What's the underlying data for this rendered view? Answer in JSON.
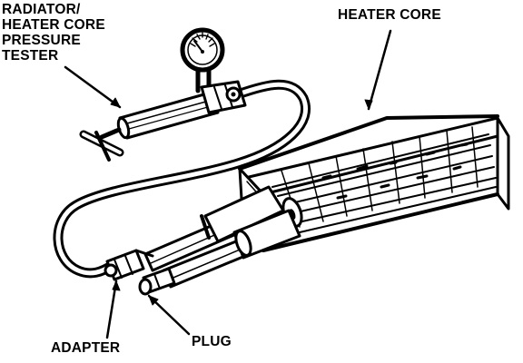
{
  "labels": {
    "tester": [
      "RADIATOR/",
      "HEATER CORE",
      "PRESSURE",
      "TESTER"
    ],
    "heater_core": "HEATER CORE",
    "adapter": "ADAPTER",
    "plug": "PLUG"
  },
  "colors": {
    "line": "#000000",
    "background": "#ffffff"
  }
}
